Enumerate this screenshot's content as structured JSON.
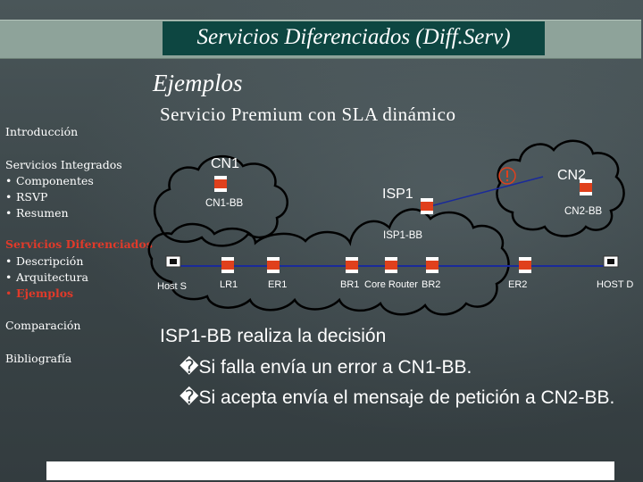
{
  "slide": {
    "title": "Servicios Diferenciados (Diff.Serv)",
    "subtitle": "Ejemplos",
    "subsubtitle": "Servicio Premium con SLA dinámico"
  },
  "sidebar": {
    "items": [
      {
        "label": "Introducción"
      },
      {
        "label": "Servicios Integrados",
        "subitems": [
          "Componentes",
          "RSVP",
          "Resumen"
        ]
      },
      {
        "label": "Servicios Diferenciados",
        "active": true,
        "subitems": [
          "Descripción",
          "Arquitectura",
          "Ejemplos"
        ],
        "active_sub": "Ejemplos"
      },
      {
        "label": "Comparación"
      },
      {
        "label": "Bibliografía"
      }
    ]
  },
  "diagram": {
    "clouds": [
      "CN1",
      "ISP1",
      "CN2"
    ],
    "labels": {
      "cn1": "CN1",
      "isp1": "ISP1",
      "cn2": "CN2",
      "cn1_bb": "CN1-BB",
      "isp1_bb": "ISP1-BB",
      "cn2_bb": "CN2-BB",
      "host_s": "Host S",
      "lr1": "LR1",
      "er1": "ER1",
      "br1": "BR1",
      "core_router": "Core Router",
      "br2": "BR2",
      "er2": "ER2",
      "host_d": "HOST D"
    },
    "colors": {
      "node": "#e0401c",
      "link": "#1a2a9a",
      "error": "#e0401c"
    }
  },
  "bottom": {
    "heading": "ISP1-BB realiza la decisión",
    "lines": [
      "Si falla envía un error a CN1-BB.",
      "Si acepta envía el mensaje de petición a CN2-BB."
    ],
    "bullet_glyph": "�"
  }
}
